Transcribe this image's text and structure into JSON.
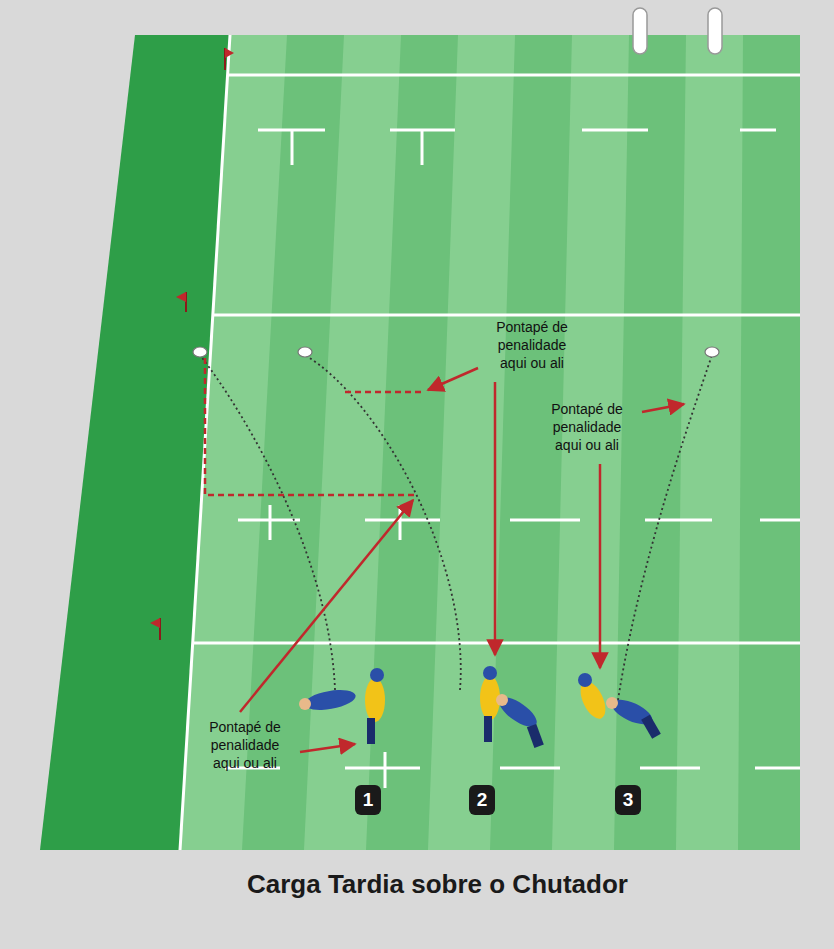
{
  "diagram": {
    "caption": "Carga Tardia sobre o Chutador",
    "nodes": [
      {
        "text": [
          "1"
        ]
      },
      {
        "text": [
          "2"
        ]
      },
      {
        "text": [
          "3"
        ]
      }
    ],
    "labels": [
      "Pontapé de penalidade aqui ou ali",
      "Pontapé de penalidade aqui ou ali",
      "Pontapé de penalidade aqui ou ali"
    ]
  }
}
